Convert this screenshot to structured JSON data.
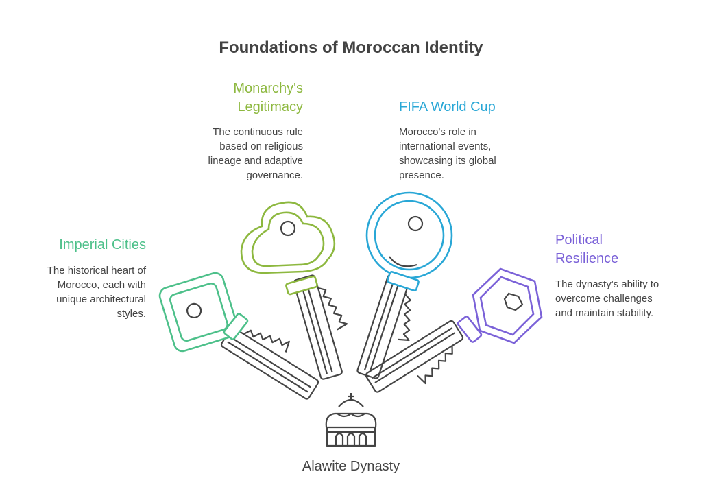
{
  "title": "Foundations of Moroccan Identity",
  "center": {
    "label": "Alawite Dynasty",
    "icon": "palace-icon"
  },
  "items": [
    {
      "id": "monarchy",
      "title_lines": [
        "Monarchy's",
        "Legitimacy"
      ],
      "description_lines": [
        "The continuous rule",
        "based on religious",
        "lineage and adaptive",
        "governance."
      ],
      "color": "#8DB83F",
      "icon": "cloud-key-icon"
    },
    {
      "id": "fifa",
      "title_lines": [
        "FIFA World Cup"
      ],
      "description_lines": [
        "Morocco's role in",
        "international events,",
        "showcasing its global",
        "presence."
      ],
      "color": "#29A7D6",
      "icon": "round-key-icon"
    },
    {
      "id": "imperial",
      "title_lines": [
        "Imperial Cities"
      ],
      "description_lines": [
        "The historical heart of",
        "Morocco, each with",
        "unique architectural",
        "styles."
      ],
      "color": "#4DC08A",
      "icon": "square-key-icon"
    },
    {
      "id": "political",
      "title_lines": [
        "Political",
        "Resilience"
      ],
      "description_lines": [
        "The dynasty's ability to",
        "overcome challenges",
        "and maintain stability."
      ],
      "color": "#7B62D8",
      "icon": "hexagon-key-icon"
    }
  ]
}
